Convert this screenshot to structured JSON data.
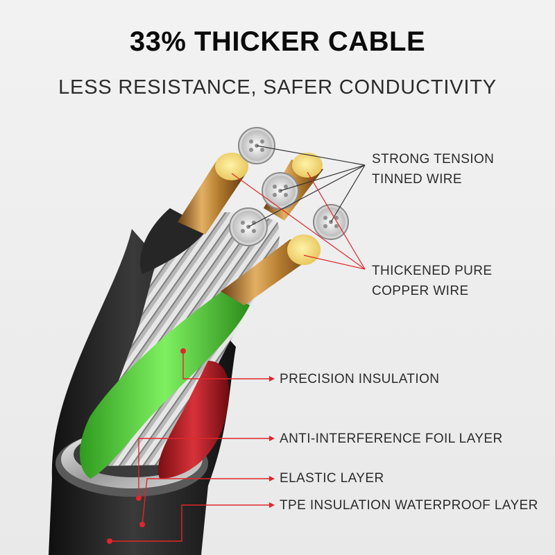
{
  "header": {
    "title": "33% THICKER CABLE",
    "subtitle": "LESS RESISTANCE, SAFER CONDUCTIVITY"
  },
  "callouts": [
    {
      "id": "tension",
      "text": "STRONG TENSION TINNED WIRE"
    },
    {
      "id": "copper",
      "text": "THICKENED PURE COPPER WIRE"
    },
    {
      "id": "insulation",
      "text": "PRECISION INSULATION"
    },
    {
      "id": "foil",
      "text": "ANTI-INTERFERENCE FOIL LAYER"
    },
    {
      "id": "elastic",
      "text": "ELASTIC LAYER"
    },
    {
      "id": "tpe",
      "text": "TPE INSULATION WATERPROOF LAYER"
    }
  ],
  "colors": {
    "background": "#ececec",
    "leader_line_red": "#e0262b",
    "leader_line_dark": "#333333",
    "copper": "#c8913e",
    "green_core": "#4fd23a",
    "red_core": "#c8222a",
    "jacket": "#1e1e1e"
  }
}
